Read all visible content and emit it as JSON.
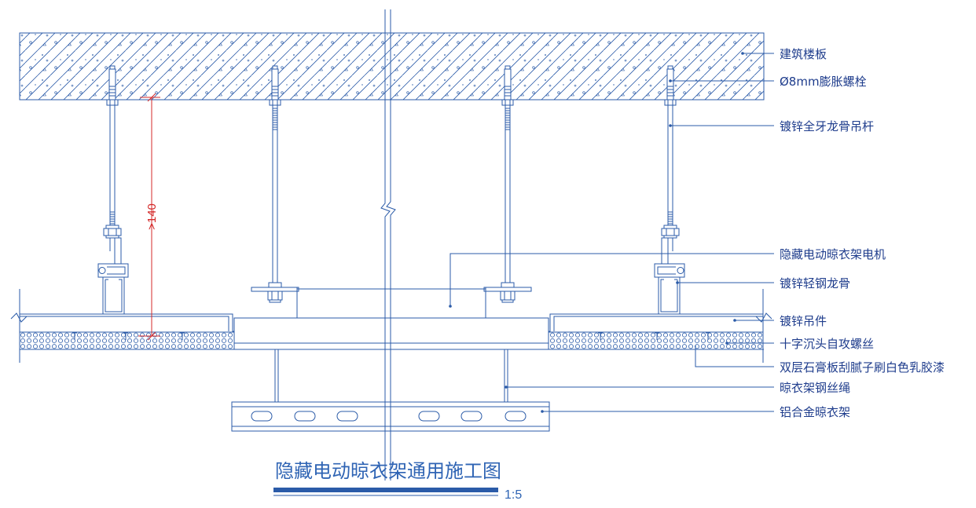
{
  "labels": {
    "slab": "建筑楼板",
    "expansion_bolt": "Ø8mm膨胀螺栓",
    "hanger_rod": "镀锌全牙龙骨吊杆",
    "motor": "隐藏电动晾衣架电机",
    "light_steel_keel": "镀锌轻钢龙骨",
    "hanger_clip": "镀锌吊件",
    "screw": "十字沉头自攻螺丝",
    "gypsum_board": "双层石膏板刮腻子刷白色乳胶漆",
    "steel_wire": "晾衣架钢丝绳",
    "rack": "铝合金晾衣架"
  },
  "dimension": ">140",
  "title": "隐藏电动晾衣架通用施工图",
  "scale": "1:5",
  "colors": {
    "line": "#2b5ba8",
    "text": "#1e3c8c",
    "title": "#2f64b4",
    "dimension": "#d42a2a"
  }
}
